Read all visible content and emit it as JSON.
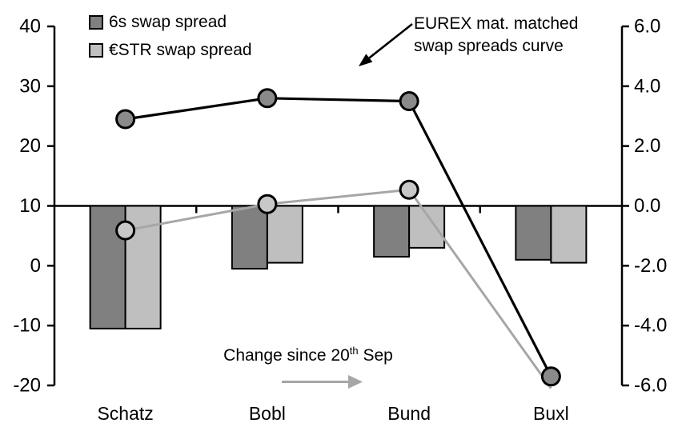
{
  "chart_data": {
    "type": "combo",
    "description": "EUREX swap spread levels (lines, left axis, bp) and change since 20th Sep (bars, right axis)",
    "categories": [
      "Schatz",
      "Bobl",
      "Bund",
      "Buxl"
    ],
    "left_axis": {
      "min": -20,
      "max": 40,
      "ticks": [
        40,
        30,
        20,
        10,
        0,
        -10,
        -20
      ]
    },
    "right_axis": {
      "min": -6.0,
      "max": 6.0,
      "ticks": [
        "6.0",
        "4.0",
        "2.0",
        "0.0",
        "-2.0",
        "-4.0",
        "-6.0"
      ]
    },
    "baseline_left_value": 10,
    "line_series": [
      {
        "name": "6s swap spread",
        "axis": "left",
        "line_color": "#000000",
        "marker_fill": "#8a8a8a",
        "marker_stroke": "#000000",
        "values": [
          24.5,
          28.0,
          27.5,
          -18.5
        ],
        "markers": [
          true,
          true,
          true,
          true
        ]
      },
      {
        "name": "€STR swap spread",
        "axis": "left",
        "line_color": "#a6a6a6",
        "marker_fill": "#c8c8c8",
        "marker_stroke": "#000000",
        "values": [
          5.9,
          10.3,
          12.7,
          -20.5
        ],
        "markers": [
          true,
          true,
          true,
          false
        ]
      }
    ],
    "bar_series": [
      {
        "name": "6s swap spread",
        "axis": "right",
        "color": "#808080",
        "border": "#000000",
        "values": [
          -4.1,
          -2.1,
          -1.7,
          -1.8
        ]
      },
      {
        "name": "€STR swap spread",
        "axis": "right",
        "color": "#bfbfbf",
        "border": "#000000",
        "values": [
          -4.1,
          -1.9,
          -1.4,
          -1.9
        ]
      }
    ],
    "legend": [
      {
        "label": "6s swap spread",
        "color": "#808080"
      },
      {
        "label": "€STR swap spread",
        "color": "#bfbfbf"
      }
    ],
    "annotation": {
      "line1": "EUREX mat. matched",
      "line2": "swap spreads curve",
      "arrow_color": "#000000"
    },
    "change_label": {
      "prefix": "Change since 20",
      "superscript": "th",
      "suffix": " Sep",
      "arrow_color": "#a6a6a6"
    },
    "axis_color": "#000000",
    "legend_position": "top-left",
    "grid": false
  }
}
